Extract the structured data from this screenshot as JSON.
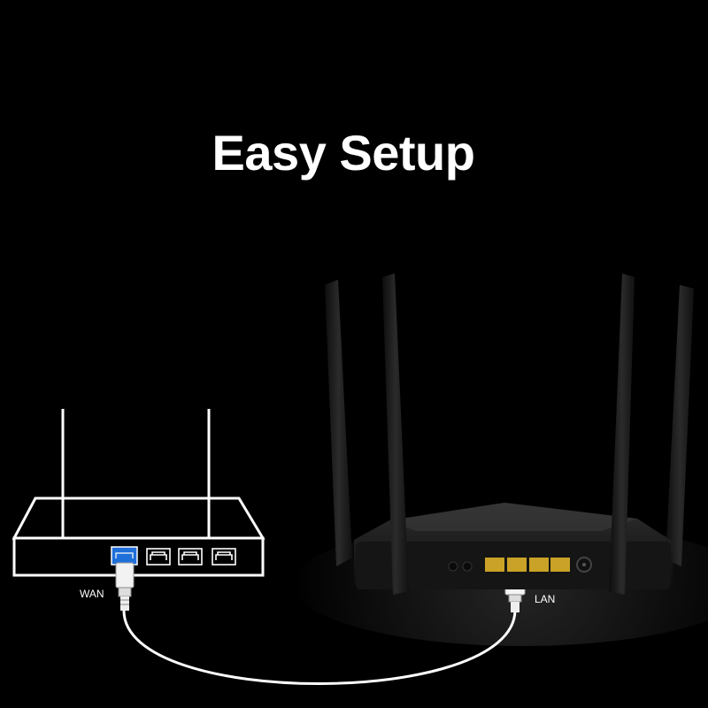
{
  "headline": "Easy Setup",
  "labels": {
    "wan": "WAN",
    "lan": "LAN"
  },
  "colors": {
    "background": "#000000",
    "headline": "#ffffff",
    "wan_port": "#1e6fd9",
    "lan_ports": "#c9a227",
    "cable": "#ffffff",
    "router_body": "#1c1c1c"
  },
  "icons": [
    "router-line-drawing",
    "router-photo",
    "ethernet-port-icon",
    "ethernet-cable"
  ]
}
